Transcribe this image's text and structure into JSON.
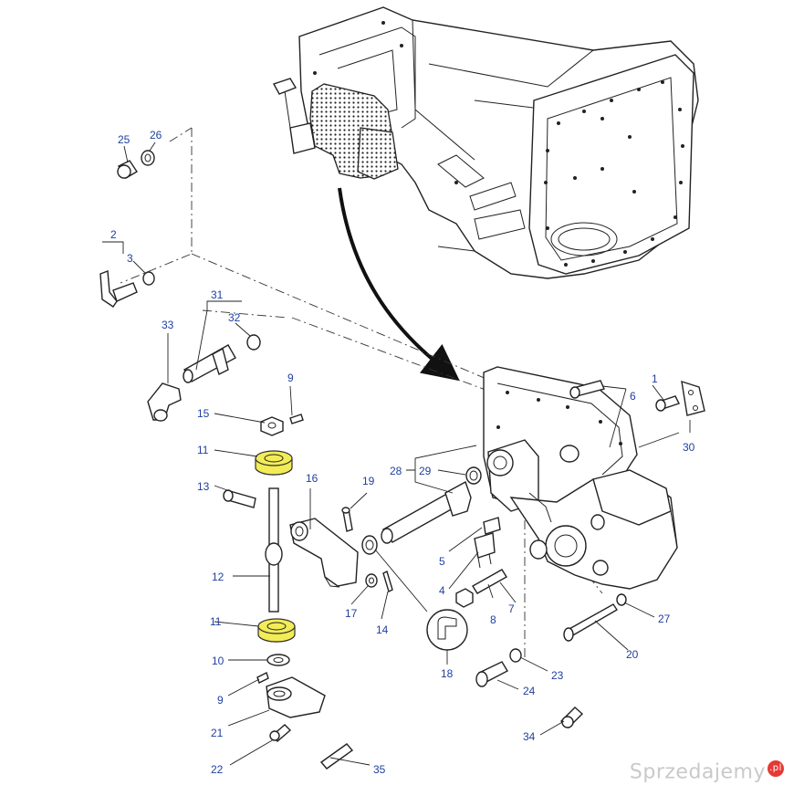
{
  "labels": {
    "l1": "1",
    "l2": "2",
    "l3": "3",
    "l4": "4",
    "l5": "5",
    "l6": "6",
    "l7": "7",
    "l8": "8",
    "l9a": "9",
    "l9b": "9",
    "l10": "10",
    "l11a": "11",
    "l11b": "11",
    "l12": "12",
    "l13": "13",
    "l14": "14",
    "l15": "15",
    "l16": "16",
    "l17": "17",
    "l18": "18",
    "l19": "19",
    "l20": "20",
    "l21": "21",
    "l22": "22",
    "l23": "23",
    "l24": "24",
    "l25": "25",
    "l26": "26",
    "l27": "27",
    "l28": "28",
    "l29": "29",
    "l30": "30",
    "l31": "31",
    "l32": "32",
    "l33": "33",
    "l34": "34",
    "l35": "35"
  },
  "watermark": {
    "text": "Sprzedajemy",
    "suffix": ".pl"
  },
  "colors": {
    "label": "#1f3fa0",
    "highlight": "#f2ec57",
    "watermark": "#c9c9c9",
    "watermark_dot": "#e53935"
  }
}
